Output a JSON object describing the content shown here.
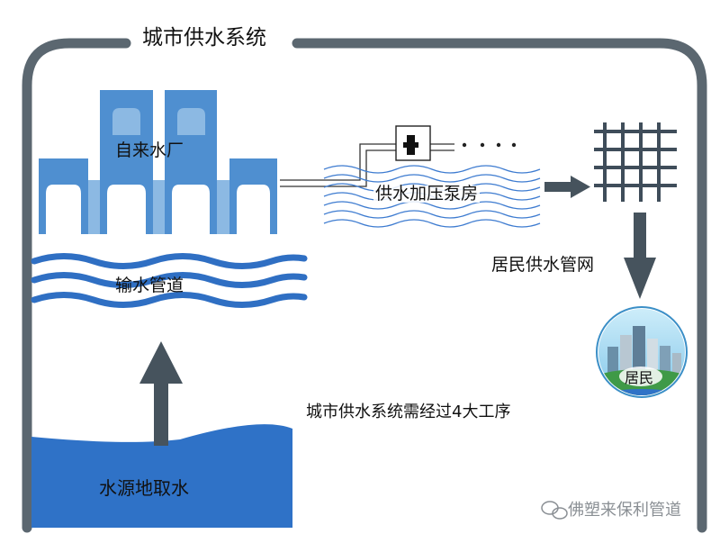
{
  "title": "城市供水系统",
  "labels": {
    "plant": "自来水厂",
    "pipeline": "输水管道",
    "source": "水源地取水",
    "booster": "供水加压泵房",
    "network": "居民供水管网",
    "residents": "居民",
    "summary": "城市供水系统需经过4大工序",
    "ellipsis": "· · · ·"
  },
  "watermark": {
    "icon": "wechat-icon",
    "text": "佛塑来保利管道"
  },
  "colors": {
    "frame": "#5b6770",
    "plant": "#4f8fd0",
    "plant_light": "#8cb9e3",
    "wave": "#2f6fc3",
    "water": "#2f72c7",
    "arrow": "#46535d",
    "grid": "#3f4d5a",
    "sky": "#9bd3ef",
    "lawn": "#3f9a47"
  }
}
